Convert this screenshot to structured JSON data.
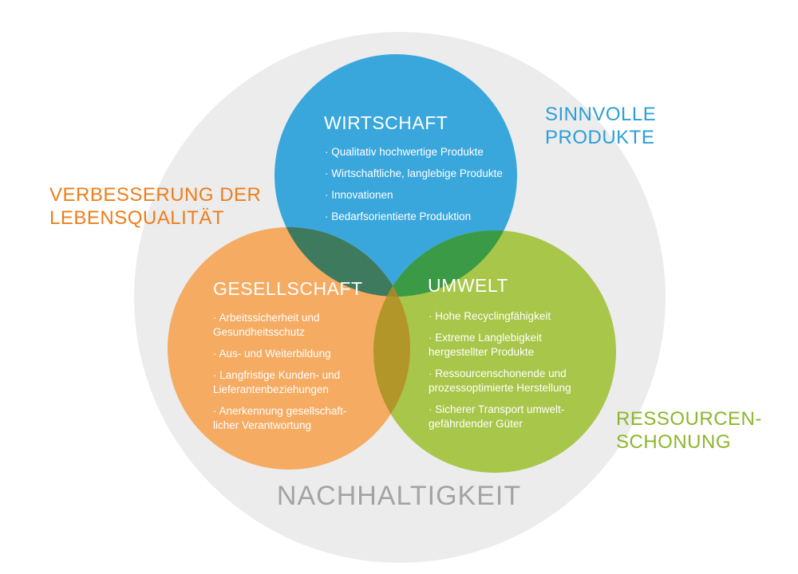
{
  "outer": {
    "title": "NACHHALTIGKEIT",
    "color": "#ececec"
  },
  "labels": {
    "left": {
      "text": "VERBESSERUNG DER\nLEBENSQUALITÄT",
      "color": "#ef7d1a"
    },
    "top_right": {
      "text": "SINNVOLLE\nPRODUKTE",
      "color": "#2a9fd8"
    },
    "bottom_right": {
      "text": "RESSOURCEN-\nSCHONUNG",
      "color": "#8db62d"
    }
  },
  "circles": {
    "wirtschaft": {
      "title": "WIRTSCHAFT",
      "color": "#3aa7dc",
      "items": [
        "· Qualitativ hochwertige Produkte",
        "· Wirtschaftliche, langlebige Produkte",
        "· Innovationen",
        "· Bedarfsorientierte Produktion"
      ]
    },
    "gesellschaft": {
      "title": "GESELLSCHAFT",
      "color": "#f5ab62",
      "items": [
        "· Arbeitssicherheit und\n  Gesundheitsschutz",
        "· Aus- und Weiterbildung",
        "· Langfristige Kunden- und\n  Lieferantenbeziehungen",
        "· Anerkennung gesellschaft-\n  licher Verantwortung"
      ]
    },
    "umwelt": {
      "title": "UMWELT",
      "color": "#a8c649",
      "items": [
        "· Hohe Recyclingfähigkeit",
        "· Extreme Langlebigkeit\n  hergestellter Produkte",
        "· Ressourcenschonende und\n  prozessoptimierte Herstellung",
        "· Sicherer Transport umwelt-\n  gefährdender Güter"
      ]
    }
  },
  "overlaps": {
    "wirtschaft_gesellschaft": "#3e7a5e",
    "wirtschaft_umwelt": "#3a9a45",
    "gesellschaft_umwelt": "#b2962a",
    "all_three": "#9e8a2a"
  }
}
